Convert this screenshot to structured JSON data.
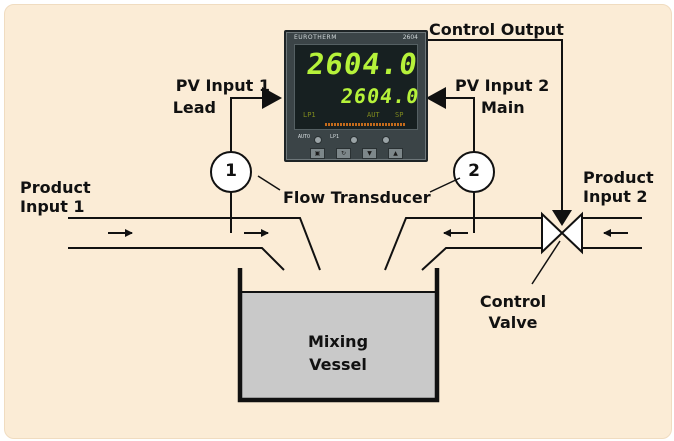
{
  "labels": {
    "control_output": "Control Output",
    "pv_input_1_line1": "PV Input 1",
    "pv_input_1_line2": "Lead",
    "pv_input_2_line1": "PV Input 2",
    "pv_input_2_line2": "Main",
    "product_input_1_line1": "Product",
    "product_input_1_line2": "Input 1",
    "product_input_2_line1": "Product",
    "product_input_2_line2": "Input 2",
    "flow_transducer": "Flow Transducer",
    "control_valve_line1": "Control",
    "control_valve_line2": "Valve",
    "mixing_vessel_line1": "Mixing",
    "mixing_vessel_line2": "Vessel",
    "transducer_1": "1",
    "transducer_2": "2"
  },
  "instrument": {
    "brand": "EUROTHERM",
    "model": "2604",
    "display_upper": "2604.0",
    "display_lower": "2604.0",
    "indicator_lp": "LP1",
    "indicator_aut": "AUT",
    "indicator_sp": "SP",
    "led_auto": "AUTO",
    "led_lp": "LP1"
  },
  "colors": {
    "background": "#fbecd6",
    "vessel_fill": "#c9c9c9",
    "line": "#111111",
    "lcd_digits": "#b6f23a"
  }
}
